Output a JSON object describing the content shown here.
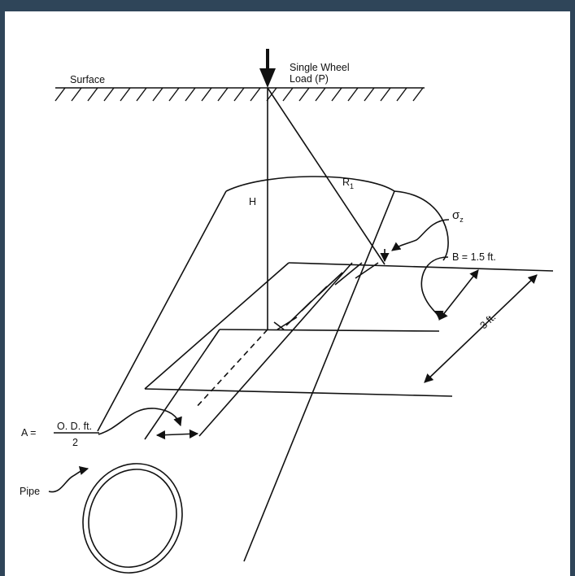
{
  "labels": {
    "surface": "Surface",
    "load_line1": "Single Wheel",
    "load_line2": "Load",
    "load_symbol": "(P)",
    "r_main": "R",
    "r_sub": "1",
    "h": "H",
    "sigma_main": "σ",
    "sigma_sub": "z",
    "b": "B = 1.5 ft.",
    "three_ft": "3 ft.",
    "a_prefix": "A =",
    "a_numerator": "O. D. ft.",
    "a_denominator": "2",
    "pipe": "Pipe"
  },
  "colors": {
    "frame": "#2f4559",
    "line": "#111111"
  }
}
